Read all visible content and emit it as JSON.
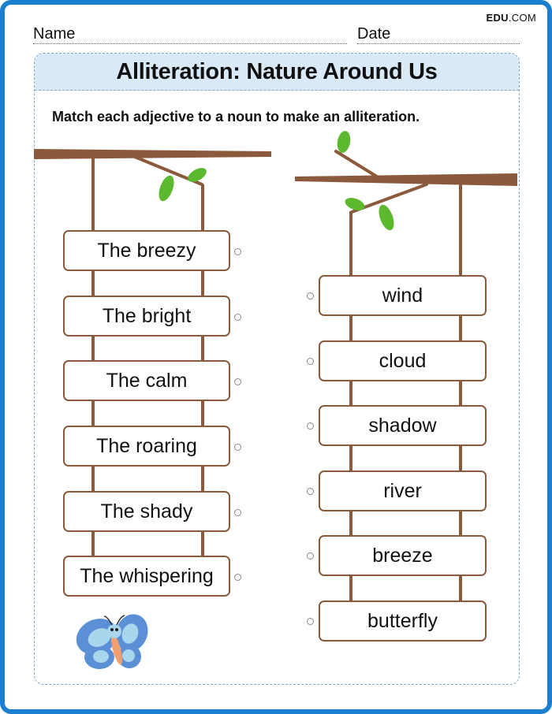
{
  "header": {
    "brand_bold": "EDU",
    "brand_rest": ".COM",
    "name_label": "Name",
    "date_label": "Date"
  },
  "worksheet": {
    "title": "Alliteration: Nature Around Us",
    "instructions": "Match each adjective to a noun to make an alliteration."
  },
  "adjectives": [
    "The breezy",
    "The bright",
    "The calm",
    "The roaring",
    "The shady",
    "The whispering"
  ],
  "nouns": [
    "wind",
    "cloud",
    "shadow",
    "river",
    "breeze",
    "butterfly"
  ],
  "colors": {
    "branch": "#8b5a3c",
    "leaf": "#5cb82e",
    "border": "#1a7fd1",
    "title_band": "#d9e9f7"
  },
  "icons": {
    "decoration": "butterfly-icon"
  }
}
